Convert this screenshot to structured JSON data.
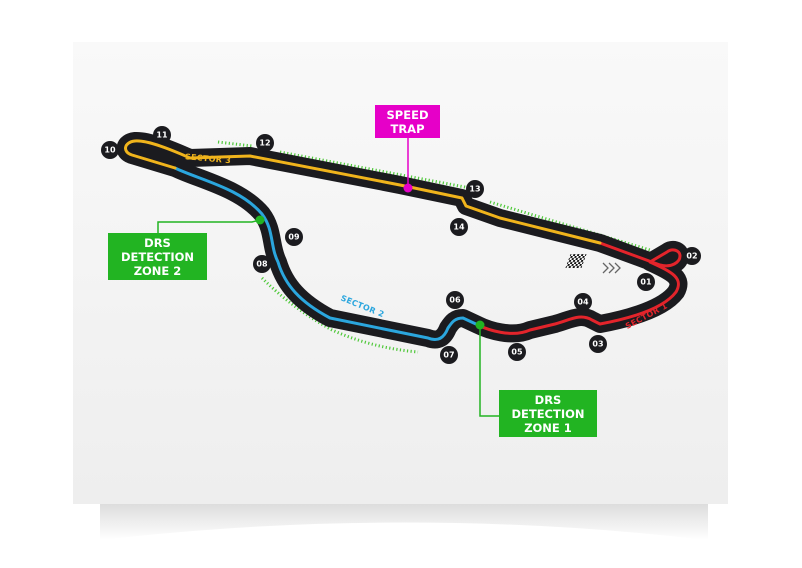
{
  "colors": {
    "track": "#1b1b1f",
    "sector1": "#e3242b",
    "sector2": "#2ba6de",
    "sector3": "#f0b41c",
    "drs": "#22b422",
    "speed_trap": "#e600c8",
    "card": "#f4f4f4",
    "kerb": "#4fc83a"
  },
  "sectors": [
    {
      "id": "sector1",
      "label": "SECTOR 1"
    },
    {
      "id": "sector2",
      "label": "SECTOR 2"
    },
    {
      "id": "sector3",
      "label": "SECTOR 3"
    }
  ],
  "turns": [
    "01",
    "02",
    "03",
    "04",
    "05",
    "06",
    "07",
    "08",
    "09",
    "10",
    "11",
    "12",
    "13",
    "14"
  ],
  "callouts": {
    "speed_trap": [
      "SPEED",
      "TRAP"
    ],
    "drs_zone_1": [
      "DRS",
      "DETECTION",
      "ZONE 1"
    ],
    "drs_zone_2": [
      "DRS",
      "DETECTION",
      "ZONE 2"
    ]
  },
  "icons": {
    "start_finish": "checkered-flag-icon",
    "direction": "chevron-right-icon"
  }
}
